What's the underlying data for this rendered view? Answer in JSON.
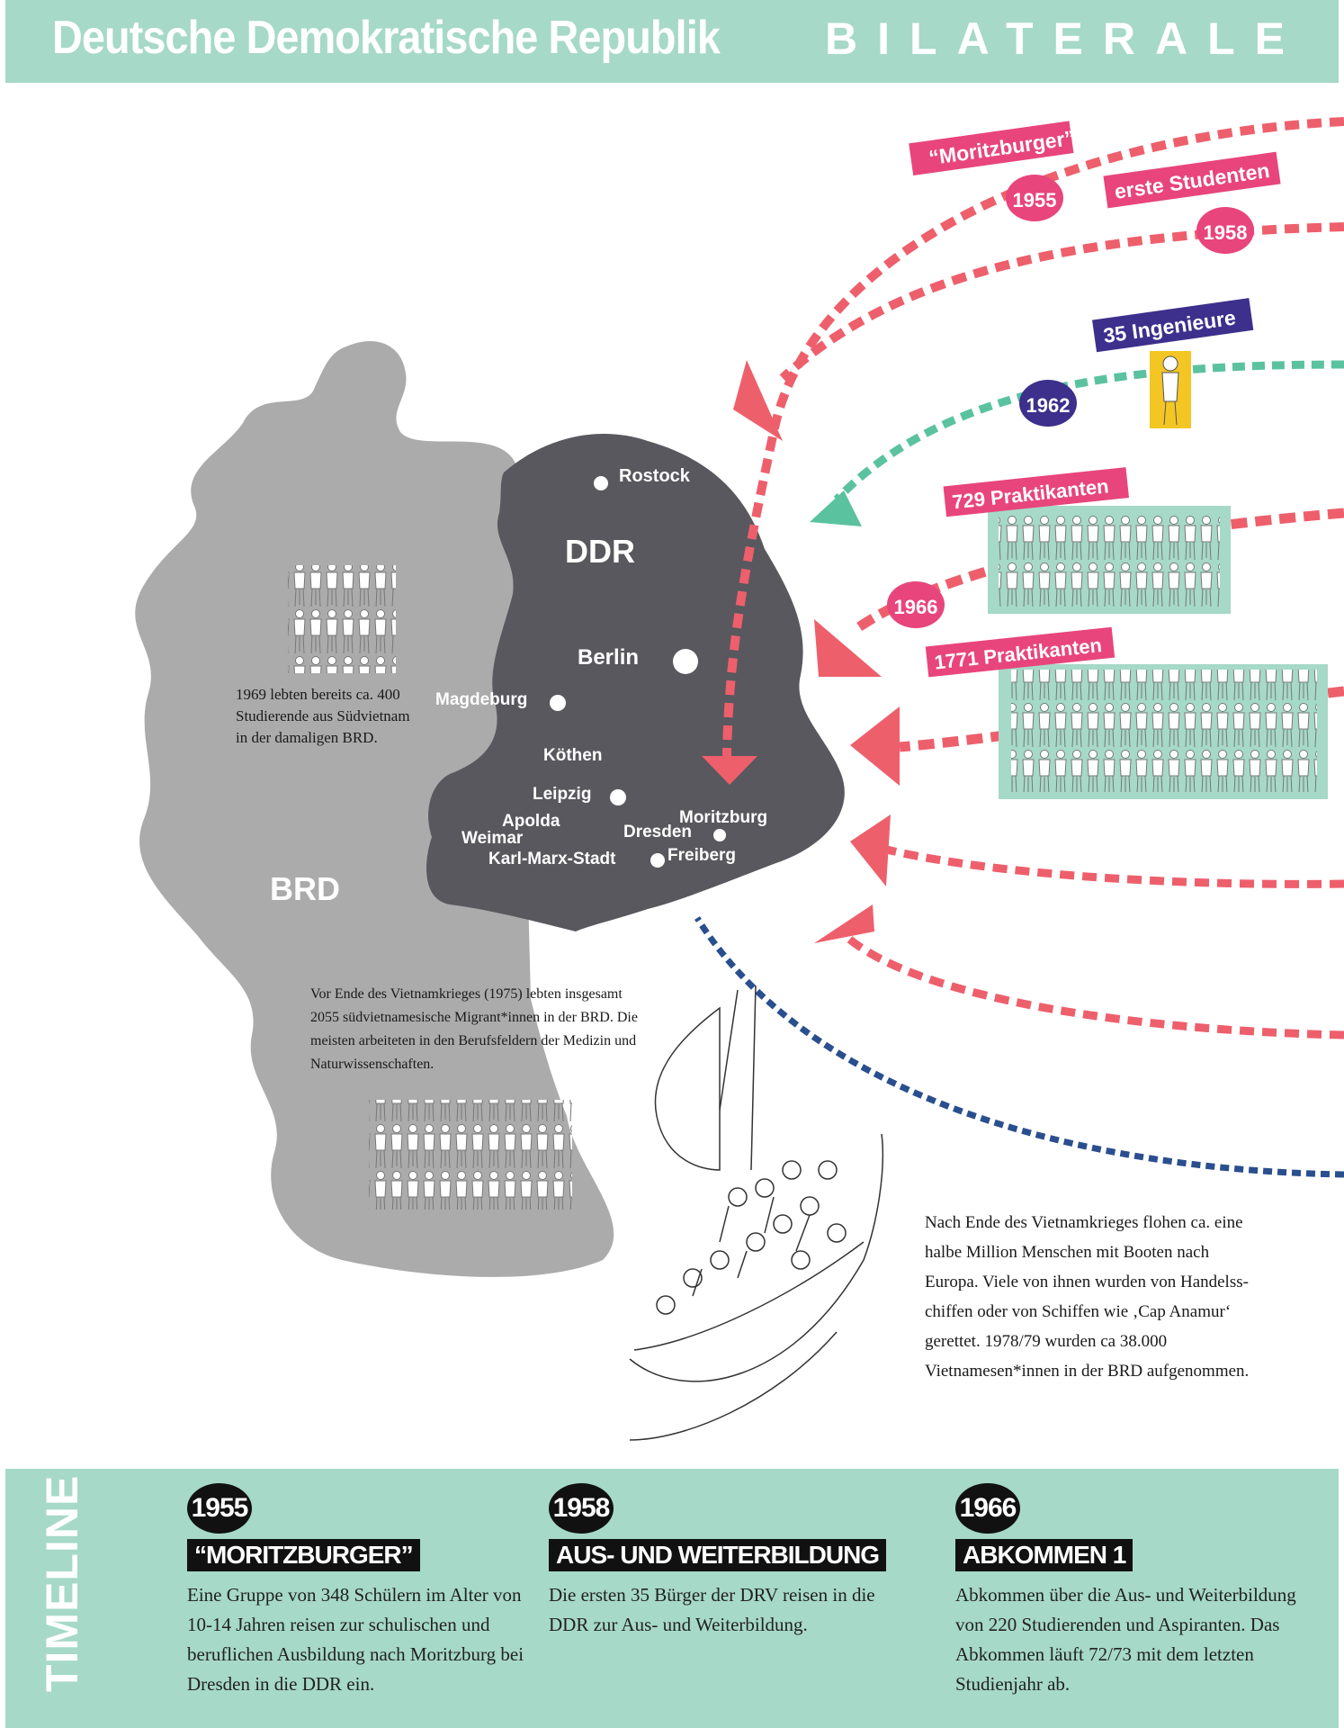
{
  "header": {
    "title": "Deutsche Demokratische Republik",
    "subtitle": "BILATERALE"
  },
  "map": {
    "brd_label": "BRD",
    "ddr_label": "DDR",
    "cities": [
      "Rostock",
      "Berlin",
      "Magdeburg",
      "Köthen",
      "Leipzig",
      "Apolda",
      "Weimar",
      "Karl-Marx-Stadt",
      "Dresden",
      "Moritzburg",
      "Freiberg"
    ],
    "note_1969": [
      "1969 lebten bereits ca. 400",
      "Studierende aus Südvietnam",
      "in der damaligen BRD."
    ],
    "note_1975": [
      "Vor Ende des Vietnamkrieges (1975) lebten insgesamt",
      "2055 südvietnamesische Migrant*innen in der BRD. Die",
      "meisten arbeiteten in den Berufsfeldern der Medizin und",
      "Naturwissenschaften."
    ]
  },
  "migration": {
    "moritzburger_tag": "“Moritzburger”",
    "students_tag": "erste Studenten",
    "engineers_tag": "35 Ingenieure",
    "trainees_729_tag": "729 Praktikanten",
    "trainees_1771_tag": "1771 Praktikanten",
    "years": [
      "1955",
      "1958",
      "1962",
      "1966"
    ],
    "boat_note": [
      "Nach Ende des Vietnamkrieges flohen ca. eine",
      "halbe Million Menschen mit Booten nach",
      "Europa. Viele von ihnen wurden von Handelss-",
      "chiffen oder von Schiffen wie ‚Cap Anamur‘",
      "gerettet. 1978/79 wurden ca 38.000",
      "Vietnamesen*innen in der BRD aufgenommen."
    ]
  },
  "colors": {
    "mint": "#a6d9c7",
    "red": "#ee5f6c",
    "pink": "#e8457c",
    "green": "#5bc2a0",
    "navy": "#3d2f8c",
    "blue": "#2a4f8f",
    "ddr": "#58585e",
    "brd": "#ababab"
  },
  "timeline": {
    "label": "TIMELINE",
    "entries": [
      {
        "year": "1955",
        "heading": "“MORITZBURGER”",
        "text": "Eine Gruppe von 348 Schülern im Alter von 10-14 Jahren reisen zur schulischen und beruflichen Ausbildung nach Moritzburg bei Dresden in die DDR ein."
      },
      {
        "year": "1958",
        "heading": "AUS- UND WEITERBILDUNG",
        "text": "Die ersten 35 Bürger der DRV reisen in die DDR zur Aus- und Weiterbildung."
      },
      {
        "year": "1966",
        "heading": "ABKOMMEN 1",
        "text": "Abkommen über die Aus- und Weiterbildung von 220 Studierenden und Aspiranten. Das Abkommen läuft 72/73 mit dem letzten Studienjahr ab."
      }
    ]
  }
}
